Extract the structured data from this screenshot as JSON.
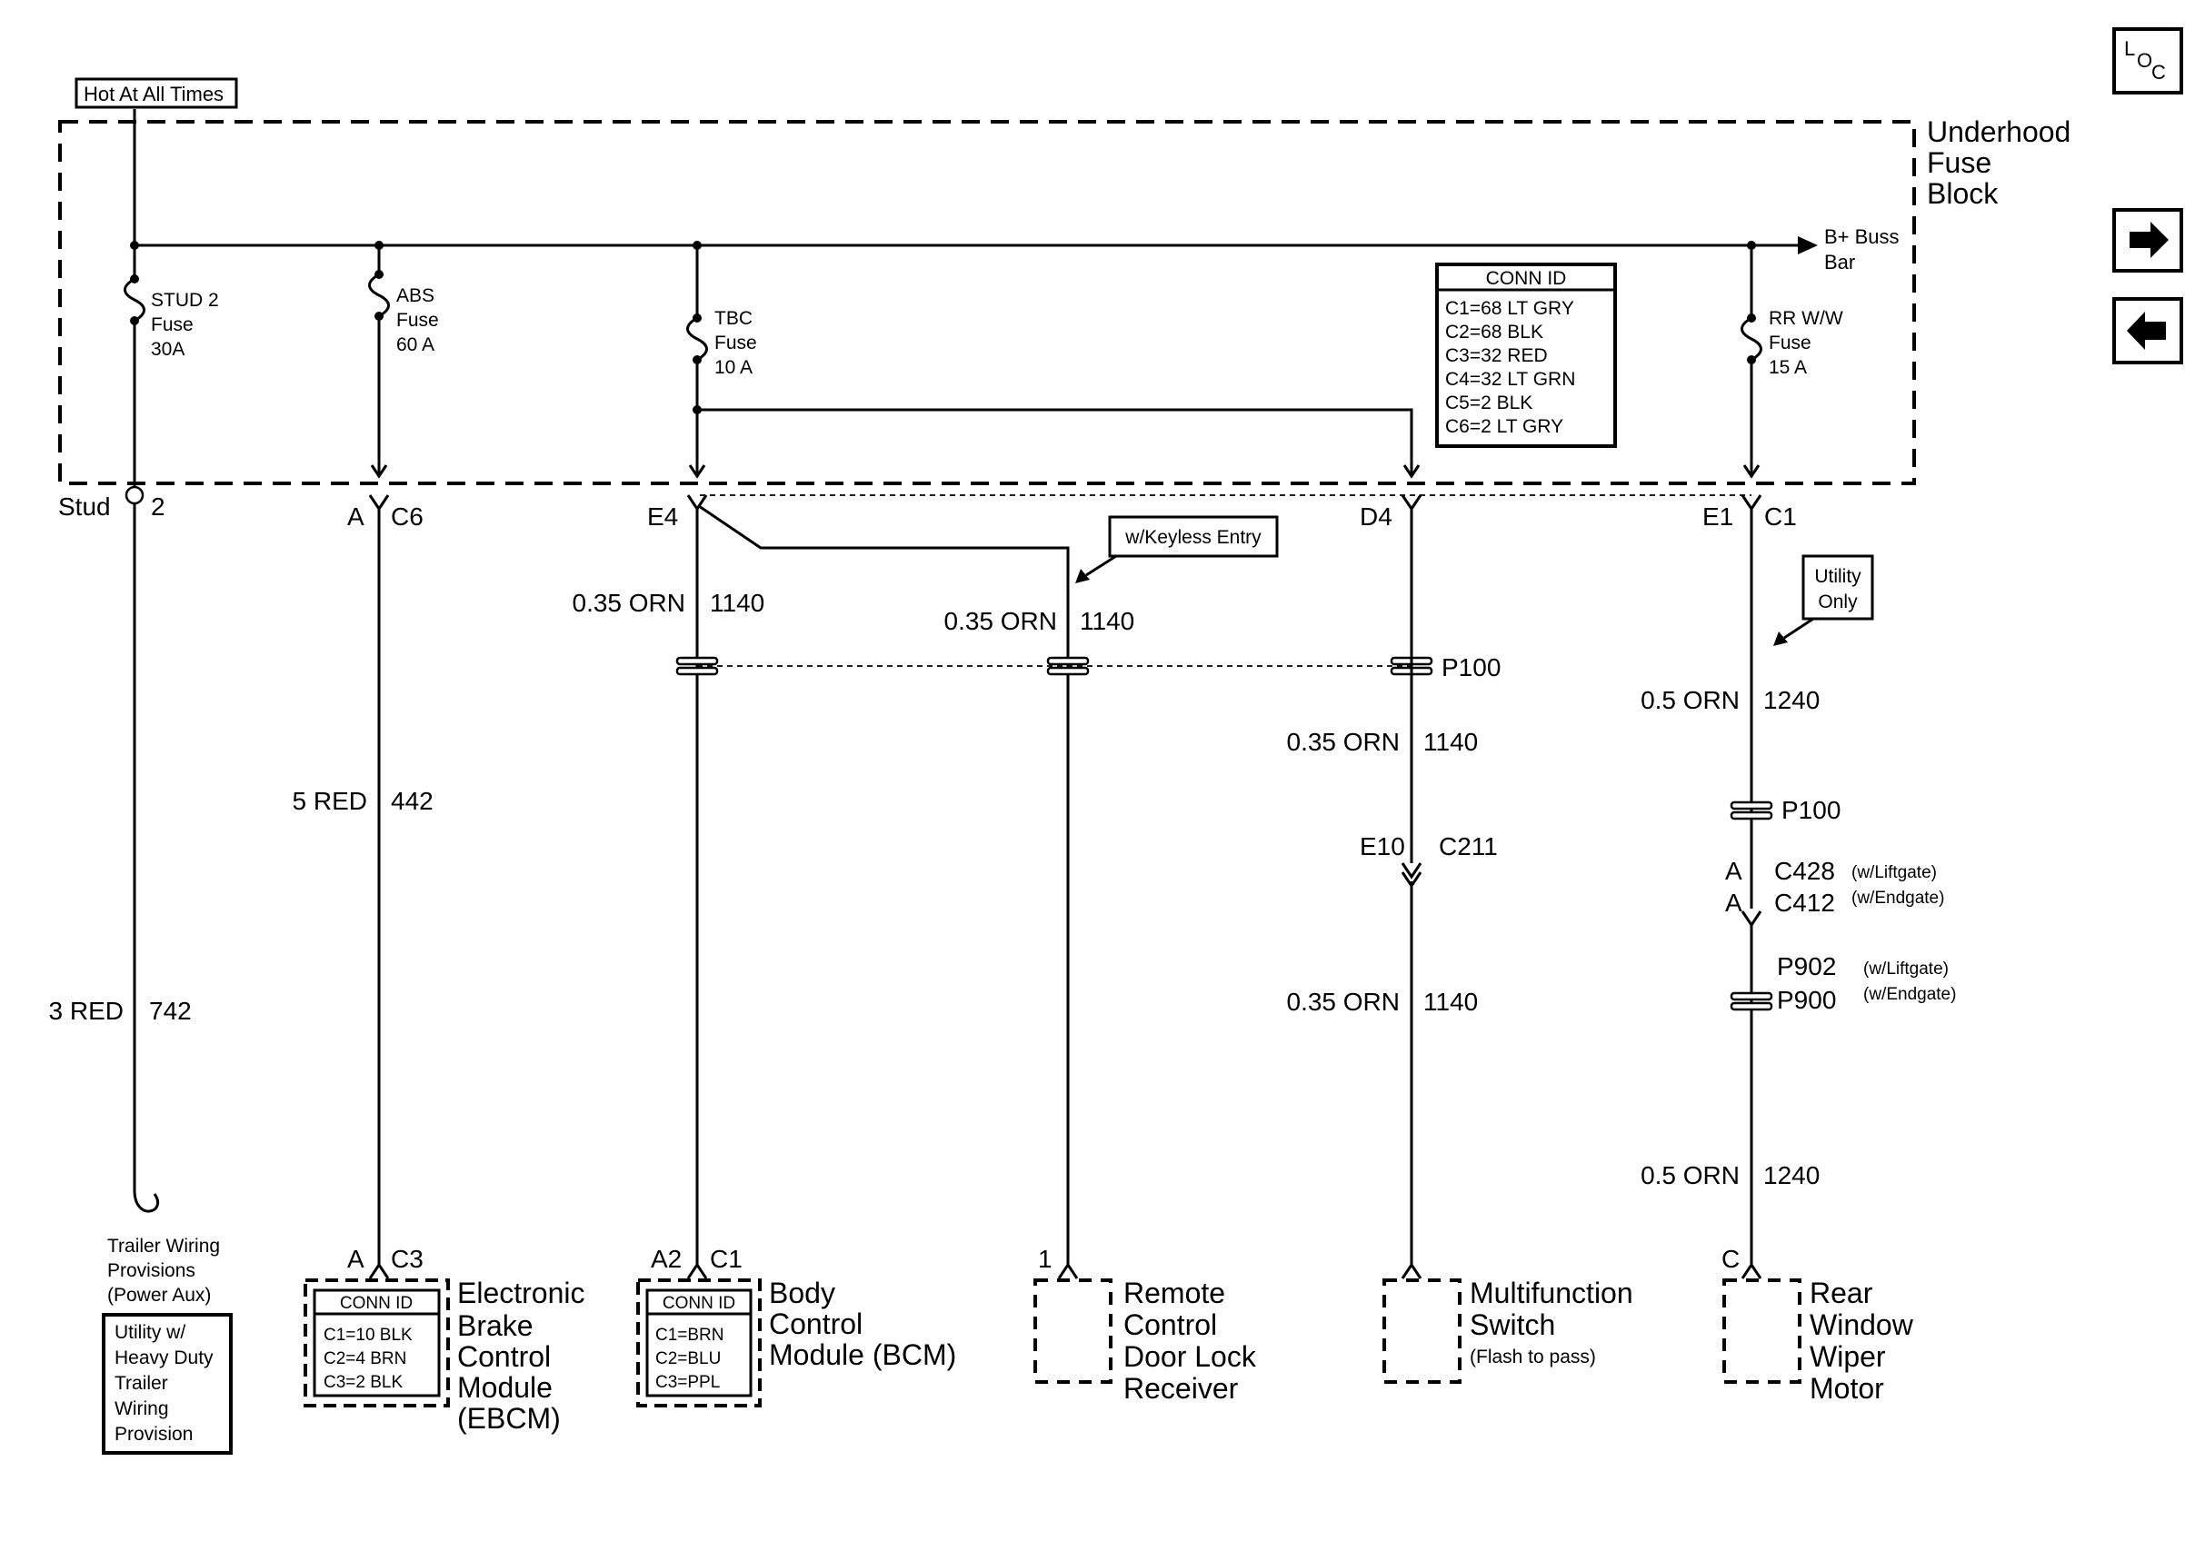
{
  "header": {
    "hot_label": "Hot At All Times",
    "fuse_block_label": [
      "Underhood",
      "Fuse",
      "Block"
    ],
    "bus_label": [
      "B+ Buss",
      "Bar"
    ]
  },
  "nav": {
    "loc_icon": "loc-icon",
    "next_icon": "arrow-right-icon",
    "prev_icon": "arrow-left-icon"
  },
  "fuses": {
    "stud2": [
      "STUD 2",
      "Fuse",
      "30A"
    ],
    "abs": [
      "ABS",
      "Fuse",
      "60 A"
    ],
    "tbc": [
      "TBC",
      "Fuse",
      "10 A"
    ],
    "rrww": [
      "RR W/W",
      "Fuse",
      "15 A"
    ]
  },
  "conn_id_block": {
    "title": "CONN ID",
    "items": [
      "C1=68 LT GRY",
      "C2=68 BLK",
      "C3=32 RED",
      "C4=32 LT GRN",
      "C5=2 BLK",
      "C6=2 LT GRY"
    ]
  },
  "terminals": {
    "stud": "Stud",
    "stud_num": "2",
    "a": "A",
    "c6": "C6",
    "e4": "E4",
    "d4": "D4",
    "e1": "E1",
    "c1": "C1"
  },
  "notes": {
    "keyless": "w/Keyless Entry",
    "utility_only": [
      "Utility",
      "Only"
    ]
  },
  "wires": {
    "stud_circuit": [
      "3 RED",
      "742"
    ],
    "abs_circuit": [
      "5 RED",
      "442"
    ],
    "bcm_circuit": [
      "0.35 ORN",
      "1140"
    ],
    "keyless_circuit": [
      "0.35 ORN",
      "1140"
    ],
    "mfs_upper": [
      "0.35 ORN",
      "1140"
    ],
    "mfs_lower": [
      "0.35 ORN",
      "1140"
    ],
    "wiper_upper": [
      "0.5 ORN",
      "1240"
    ],
    "wiper_lower": [
      "0.5 ORN",
      "1240"
    ]
  },
  "splices": {
    "p100_a": "P100",
    "p100_b": "P100",
    "p902": "P902",
    "p902_note": "(w/Liftgate)",
    "p900": "P900",
    "p900_note": "(w/Endgate)"
  },
  "connectors": {
    "e10": "E10",
    "c211": "C211",
    "a1": "A",
    "c428": "C428",
    "c428_note": "(w/Liftgate)",
    "a2": "A",
    "c412": "C412",
    "c412_note": "(w/Endgate)"
  },
  "components": {
    "trailer": {
      "label": [
        "Trailer Wiring",
        "Provisions",
        "(Power Aux)"
      ],
      "box": [
        "Utility w/",
        "Heavy Duty",
        "Trailer",
        "Wiring",
        "Provision"
      ]
    },
    "ebcm": {
      "pin": "A",
      "conn": "C3",
      "conn_title": "CONN ID",
      "conn_items": [
        "C1=10 BLK",
        "C2=4 BRN",
        "C3=2 BLK"
      ],
      "label": [
        "Electronic",
        "Brake",
        "Control",
        "Module",
        "(EBCM)"
      ]
    },
    "bcm": {
      "pin": "A2",
      "conn": "C1",
      "conn_title": "CONN ID",
      "conn_items": [
        "C1=BRN",
        "C2=BLU",
        "C3=PPL"
      ],
      "label": [
        "Body",
        "Control",
        "Module (BCM)"
      ]
    },
    "rcdlr": {
      "pin": "1",
      "label": [
        "Remote",
        "Control",
        "Door Lock",
        "Receiver"
      ]
    },
    "mfs": {
      "label": [
        "Multifunction",
        "Switch"
      ],
      "note": "(Flash to pass)"
    },
    "wiper": {
      "pin": "C",
      "label": [
        "Rear",
        "Window",
        "Wiper",
        "Motor"
      ]
    }
  }
}
